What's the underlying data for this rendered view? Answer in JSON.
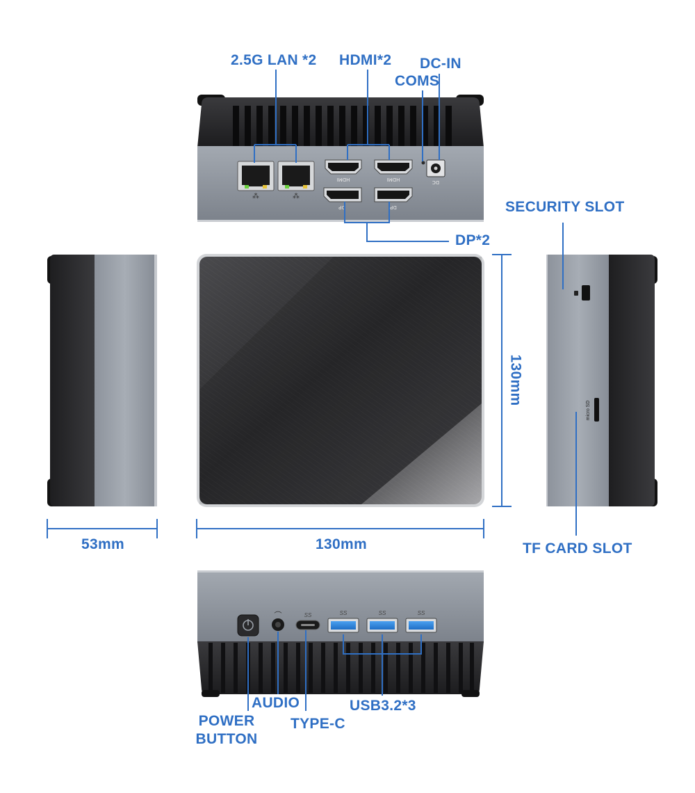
{
  "labels": {
    "lan": "2.5G LAN *2",
    "hdmi": "HDMI*2",
    "dc_in": "DC-IN",
    "coms": "COMS",
    "security_slot": "SECURITY SLOT",
    "dp": "DP*2",
    "height": "130mm",
    "depth": "53mm",
    "width": "130mm",
    "tf_card_slot": "TF CARD SLOT",
    "audio": "AUDIO",
    "power_button_line1": "POWER",
    "power_button_line2": "BUTTON",
    "type_c": "TYPE-C",
    "usb": "USB3.2*3"
  },
  "port_marks": {
    "hdmi": "HDMI",
    "dp": "DP",
    "dc": "DC",
    "ss": "SS"
  },
  "colors": {
    "label": "#2f6fc4",
    "leader_line": "#2f6fc4",
    "chassis_gray": "#8a9099",
    "chassis_dark": "#2a2a2c",
    "usb_blue": "#2e7fd6"
  }
}
